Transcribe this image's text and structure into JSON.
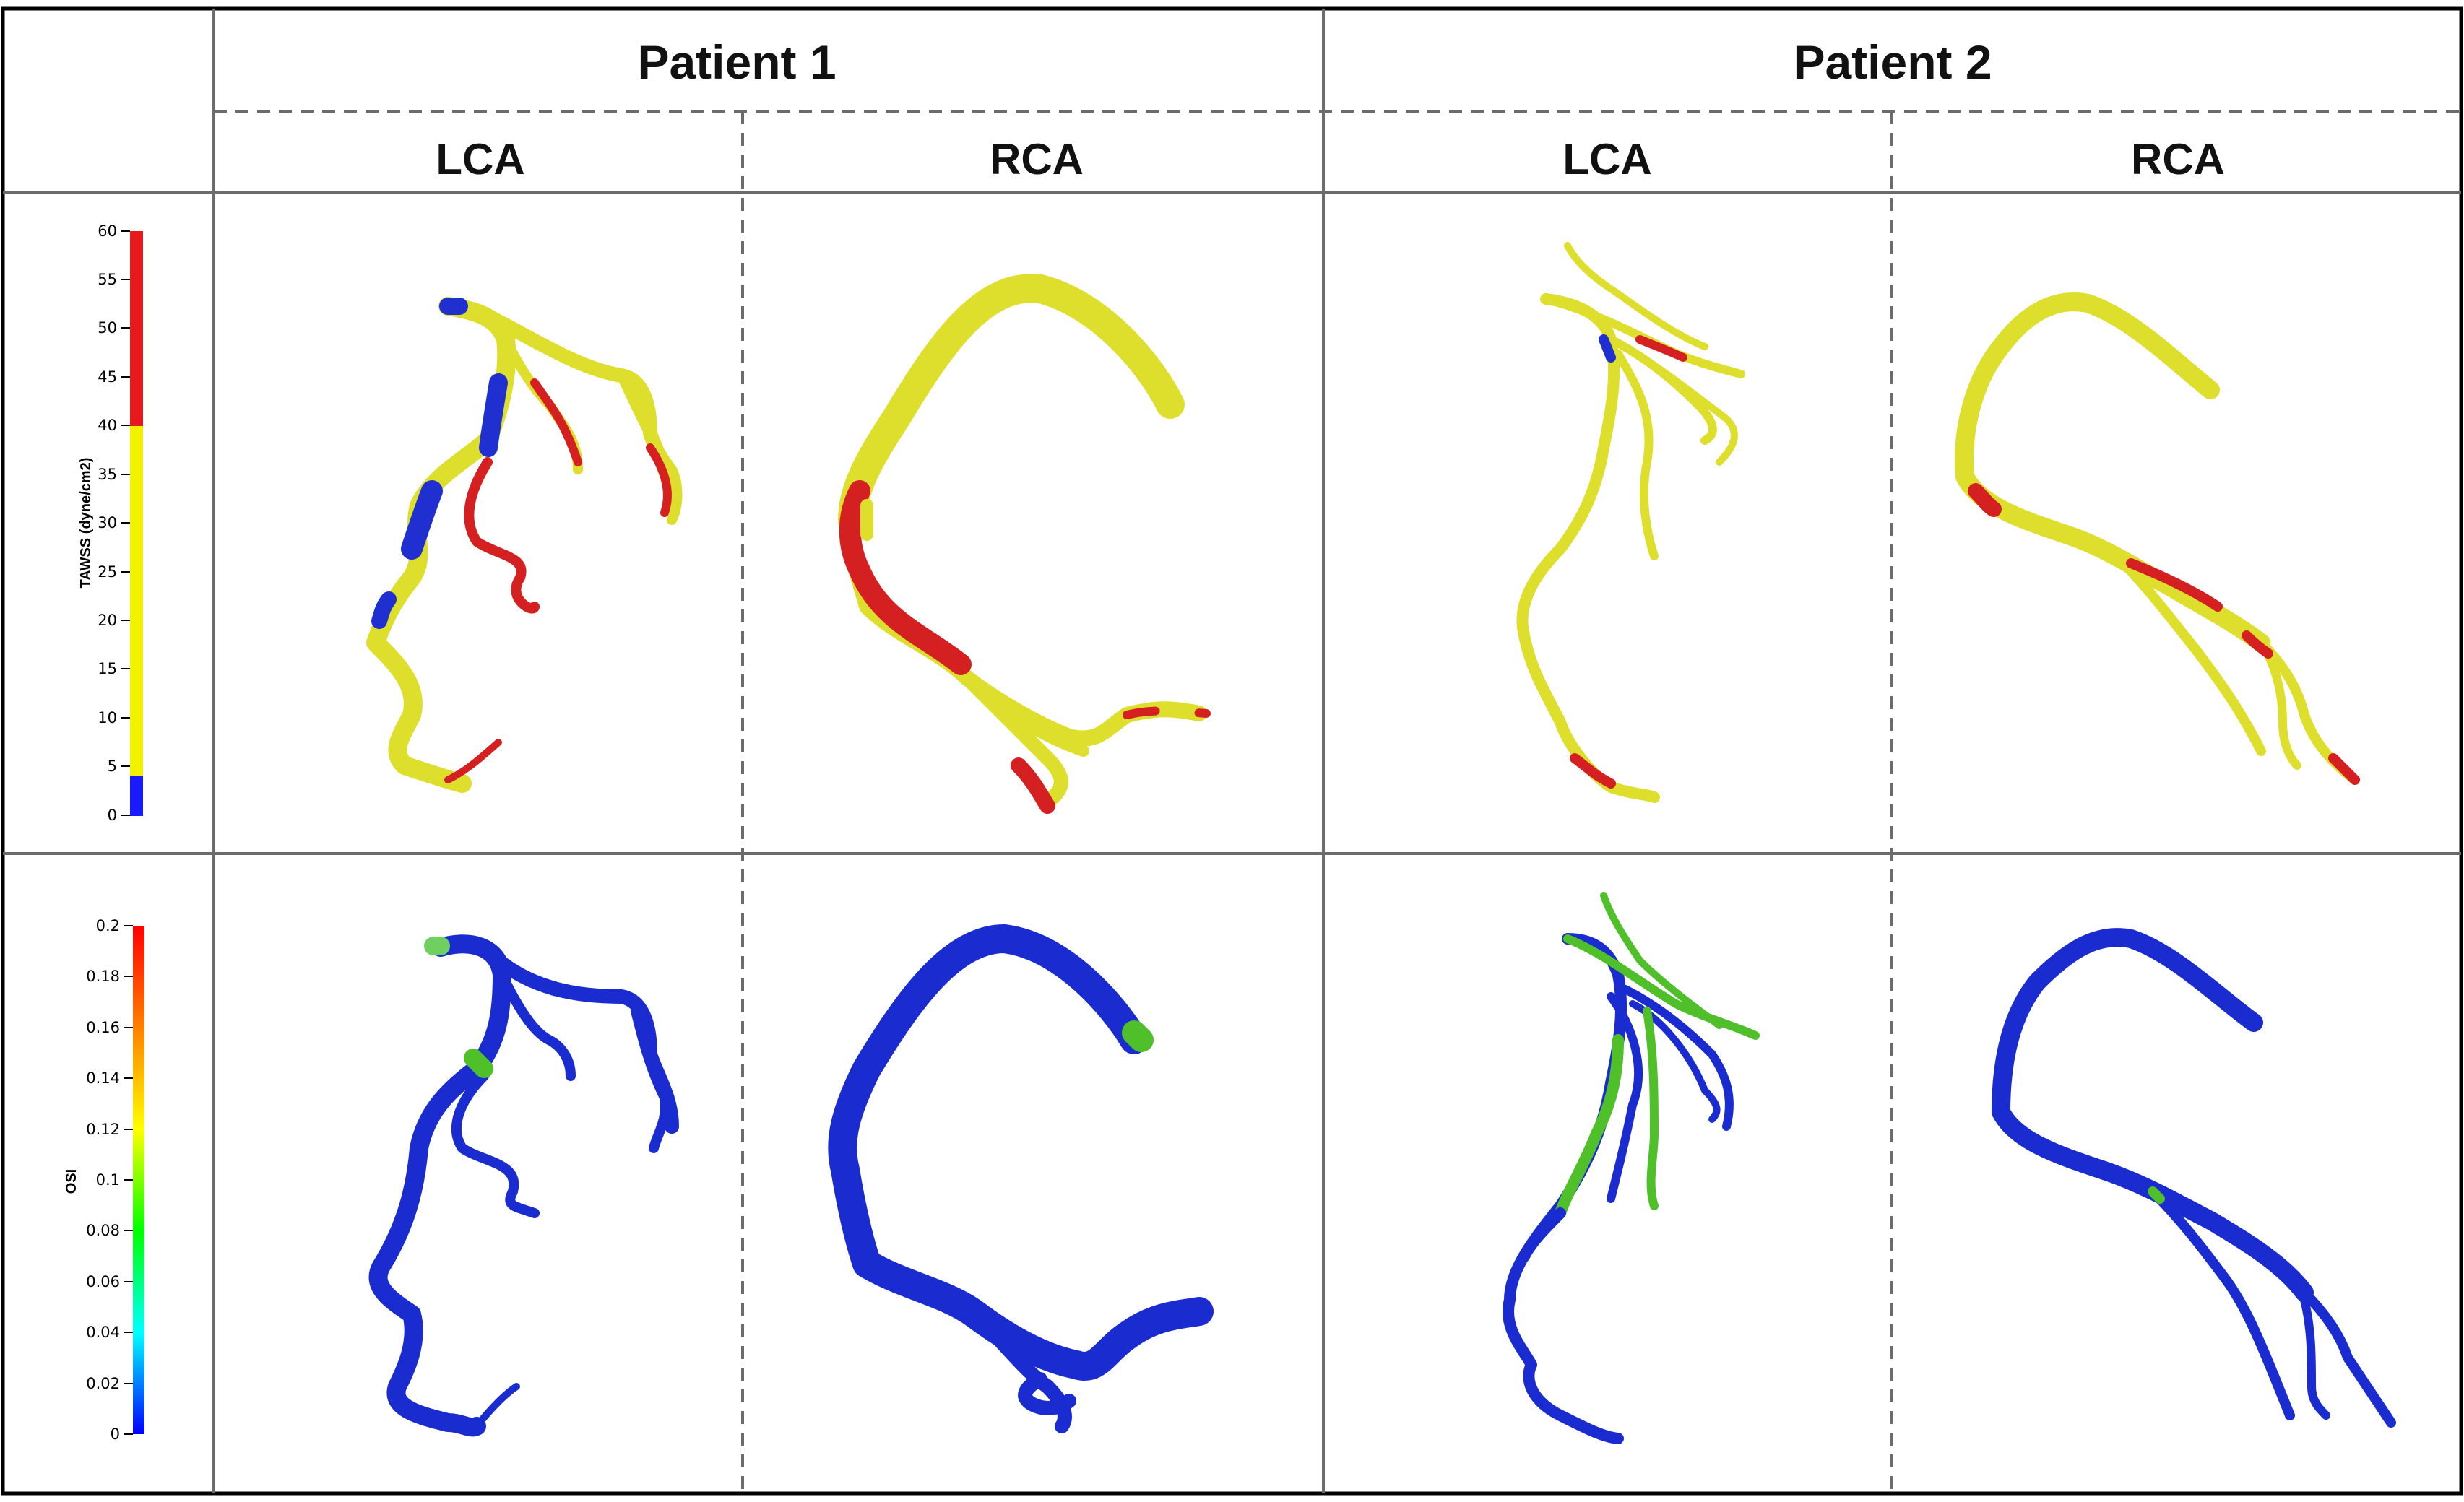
{
  "headers": {
    "patient_1": "Patient 1",
    "patient_2": "Patient 2",
    "p1_lca": "LCA",
    "p1_rca": "RCA",
    "p2_lca": "LCA",
    "p2_rca": "RCA"
  },
  "rows": {
    "tawss": {
      "legend_title": "TAWSS (dyne/cm2)",
      "ticks": [
        "60",
        "55",
        "50",
        "45",
        "40",
        "35",
        "30",
        "25",
        "20",
        "15",
        "10",
        "5",
        "0"
      ],
      "bands": [
        {
          "from": 40,
          "to": 60,
          "color": "#e41a1c"
        },
        {
          "from": 4,
          "to": 40,
          "color": "#f2f200"
        },
        {
          "from": 0,
          "to": 4,
          "color": "#1a1aff"
        }
      ]
    },
    "osi": {
      "legend_title": "OSI",
      "ticks": [
        "0.2",
        "0.18",
        "0.16",
        "0.14",
        "0.12",
        "0.1",
        "0.08",
        "0.06",
        "0.04",
        "0.02",
        "0"
      ],
      "gradient": [
        "#ff0000",
        "#ff8000",
        "#ffff00",
        "#00ff00",
        "#00ffff",
        "#0000ff"
      ]
    }
  },
  "colors": {
    "vessel_yellow": "#dede2c",
    "vessel_red": "#d42020",
    "vessel_blue": "#1f2fd0",
    "osi_blue": "#1a2bcf",
    "osi_green": "#4fbf2a"
  }
}
